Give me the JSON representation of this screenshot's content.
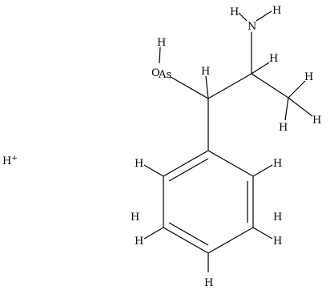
{
  "structure": {
    "labels": {
      "nh2_h1": "H",
      "nh2_h2": "H",
      "nitrogen": "N",
      "oh_h": "H",
      "oh_o": "O",
      "as": "As",
      "c1_h": "H",
      "c2_h": "H",
      "me_h1": "H",
      "me_h2": "H",
      "me_h3": "H",
      "proton": "H",
      "proton_charge": "+",
      "ring_h_top_left": "H",
      "ring_h_top_right": "H",
      "ring_h_left": "H",
      "ring_h_right": "H",
      "ring_h_bottom_left": "H",
      "ring_h_bottom_right": "H",
      "ring_h_bottom": "H"
    }
  }
}
